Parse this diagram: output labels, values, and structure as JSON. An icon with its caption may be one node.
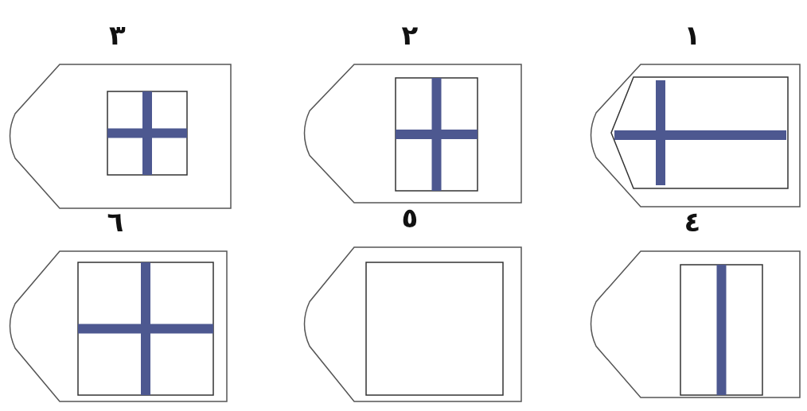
{
  "diagram": {
    "nodes": [
      {
        "text": [
          "١"
        ]
      },
      {
        "text": [
          "٢"
        ]
      },
      {
        "text": [
          "٣"
        ]
      },
      {
        "text": [
          "٤"
        ]
      },
      {
        "text": [
          "٥"
        ]
      },
      {
        "text": [
          "٦"
        ]
      }
    ]
  }
}
